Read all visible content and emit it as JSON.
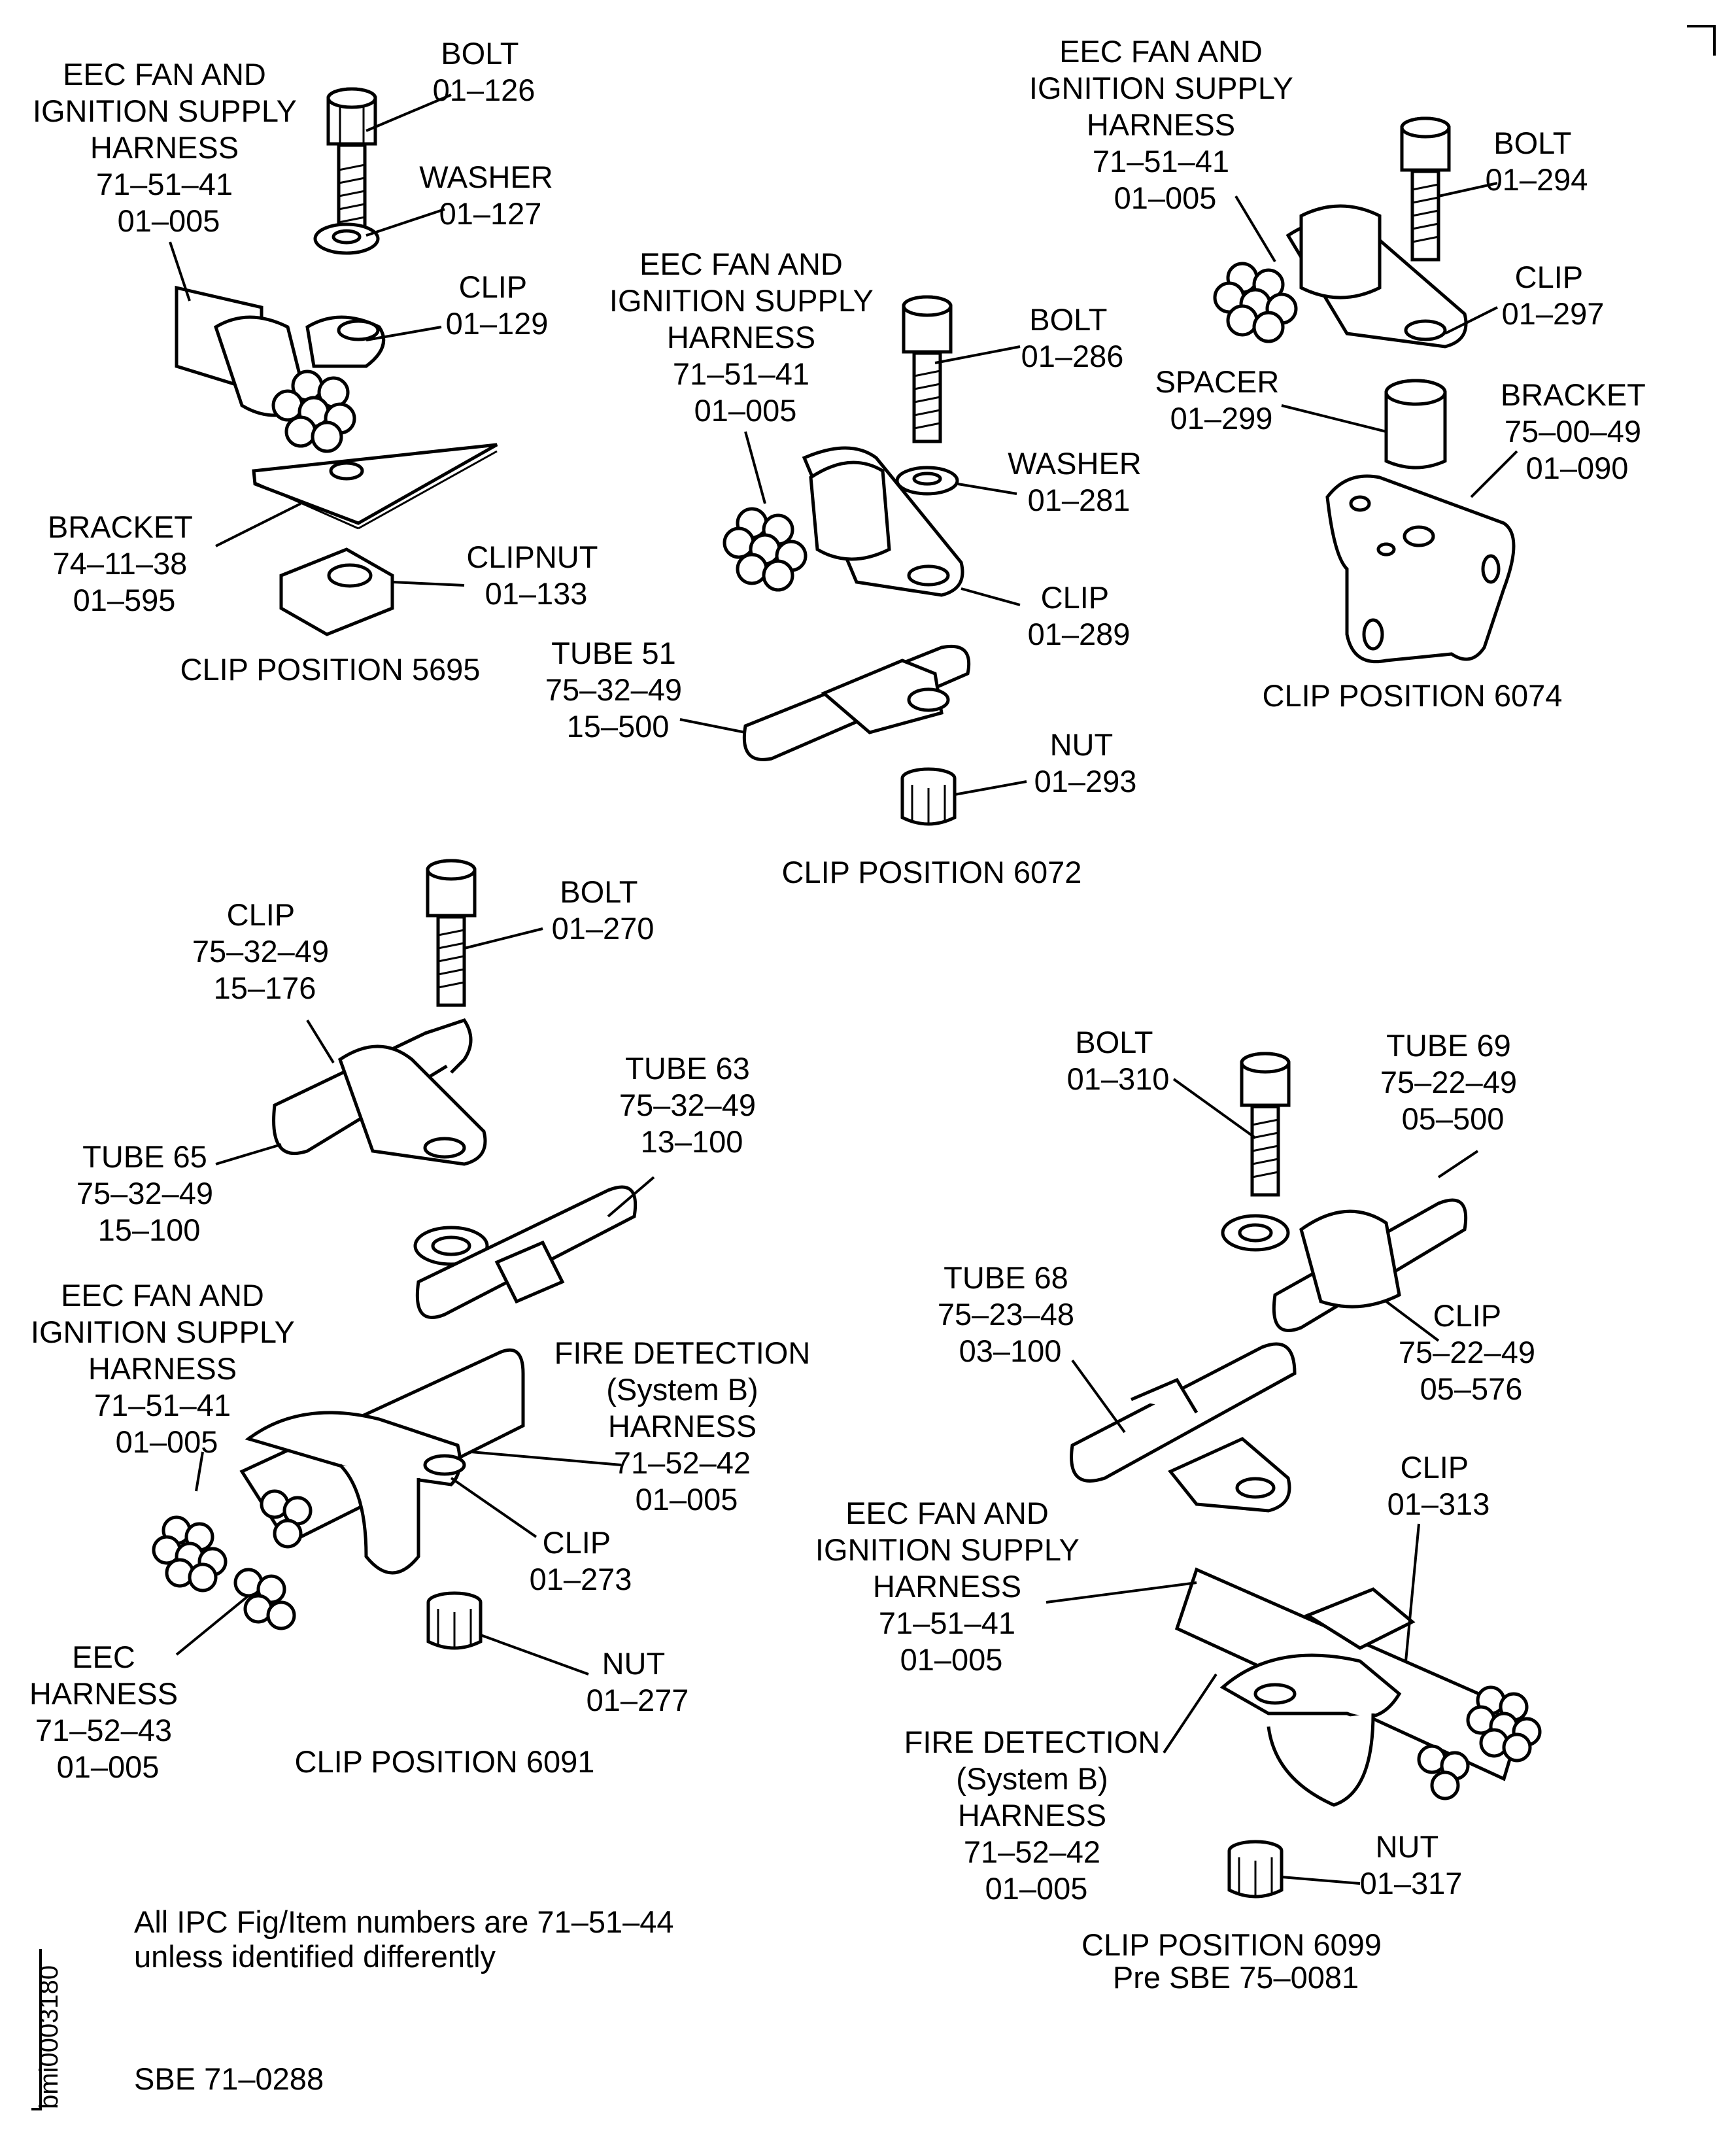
{
  "labels": {
    "p5695_harness": [
      "EEC FAN AND",
      "IGNITION SUPPLY",
      "HARNESS",
      "71–51–41",
      "01–005"
    ],
    "p5695_bolt": [
      "BOLT",
      "01–126"
    ],
    "p5695_washer": [
      "WASHER",
      "01–127"
    ],
    "p5695_clip": [
      "CLIP",
      "01–129"
    ],
    "p5695_bracket": [
      "BRACKET",
      "74–11–38",
      "01–595"
    ],
    "p5695_clipnut": [
      "CLIPNUT",
      "01–133"
    ],
    "p5695_title": "CLIP POSITION 5695",
    "p6072_harness": [
      "EEC FAN AND",
      "IGNITION SUPPLY",
      "HARNESS",
      "71–51–41",
      "01–005"
    ],
    "p6072_bolt": [
      "BOLT",
      "01–286"
    ],
    "p6072_washer": [
      "WASHER",
      "01–281"
    ],
    "p6072_clip": [
      "CLIP",
      "01–289"
    ],
    "p6072_tube": [
      "TUBE 51",
      "75–32–49",
      "15–500"
    ],
    "p6072_nut": [
      "NUT",
      "01–293"
    ],
    "p6072_title": "CLIP POSITION 6072",
    "p6074_harness": [
      "EEC FAN AND",
      "IGNITION SUPPLY",
      "HARNESS",
      "71–51–41",
      "01–005"
    ],
    "p6074_bolt": [
      "BOLT",
      "01–294"
    ],
    "p6074_clip": [
      "CLIP",
      "01–297"
    ],
    "p6074_spacer": [
      "SPACER",
      "01–299"
    ],
    "p6074_bracket": [
      "BRACKET",
      "75–00–49",
      "01–090"
    ],
    "p6074_title": "CLIP POSITION 6074",
    "p6091_clip_top": [
      "CLIP",
      "75–32–49",
      "15–176"
    ],
    "p6091_bolt": [
      "BOLT",
      "01–270"
    ],
    "p6091_tube65": [
      "TUBE 65",
      "75–32–49",
      "15–100"
    ],
    "p6091_tube63": [
      "TUBE 63",
      "75–32–49",
      "13–100"
    ],
    "p6091_harness": [
      "EEC FAN AND",
      "IGNITION SUPPLY",
      "HARNESS",
      "71–51–41",
      "01–005"
    ],
    "p6091_fire": [
      "FIRE DETECTION",
      "(System B)",
      "HARNESS",
      "71–52–42",
      "01–005"
    ],
    "p6091_clip": [
      "CLIP",
      "01–273"
    ],
    "p6091_eec": [
      "EEC",
      "HARNESS",
      "71–52–43",
      "01–005"
    ],
    "p6091_nut": [
      "NUT",
      "01–277"
    ],
    "p6091_title": "CLIP POSITION 6091",
    "p6099_bolt": [
      "BOLT",
      "01–310"
    ],
    "p6099_tube69": [
      "TUBE 69",
      "75–22–49",
      "05–500"
    ],
    "p6099_tube68": [
      "TUBE 68",
      "75–23–48",
      "03–100"
    ],
    "p6099_clip_top": [
      "CLIP",
      "75–22–49",
      "05–576"
    ],
    "p6099_clip": [
      "CLIP",
      "01–313"
    ],
    "p6099_harness": [
      "EEC FAN AND",
      "IGNITION SUPPLY",
      "HARNESS",
      "71–51–41",
      "01–005"
    ],
    "p6099_fire": [
      "FIRE DETECTION",
      "(System B)",
      "HARNESS",
      "71–52–42",
      "01–005"
    ],
    "p6099_nut": [
      "NUT",
      "01–317"
    ],
    "p6099_title": [
      "CLIP POSITION 6099",
      "Pre SBE 75–0081"
    ]
  },
  "footer": {
    "note": [
      "All IPC Fig/Item numbers are 71–51–44",
      "unless identified differently"
    ],
    "sbe": "SBE 71–0288",
    "image_id": "bmi0003180"
  }
}
